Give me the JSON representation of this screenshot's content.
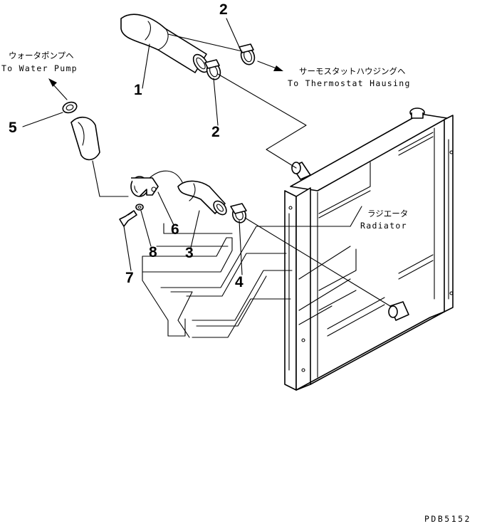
{
  "callouts": {
    "c1": "1",
    "c2a": "2",
    "c2b": "2",
    "c3": "3",
    "c4": "4",
    "c5": "5",
    "c6": "6",
    "c7": "7",
    "c8": "8"
  },
  "labels": {
    "water_pump_jp": "ウォータポンプヘ",
    "water_pump_en": "To Water Pump",
    "thermostat_jp": "サーモスタットハウジングヘ",
    "thermostat_en": "To Thermostat Hausing",
    "radiator_jp": "ラジエータ",
    "radiator_en": "Radiator"
  },
  "drawing_code": "PDB5152"
}
